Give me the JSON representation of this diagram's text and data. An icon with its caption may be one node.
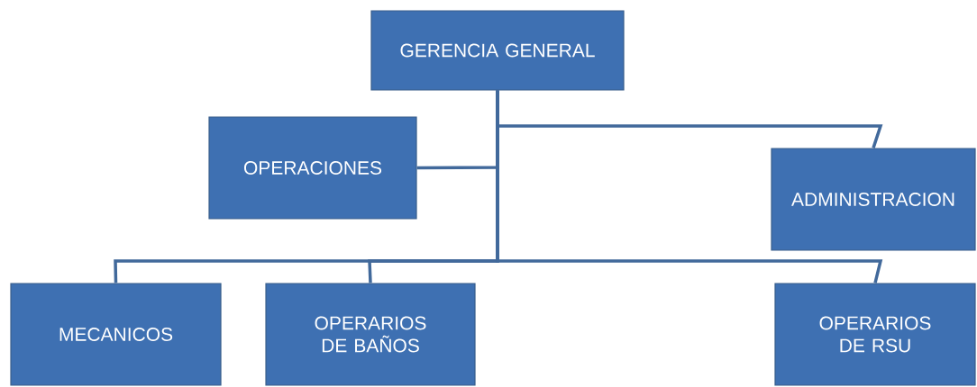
{
  "diagram": {
    "nodes": [
      {
        "text": [
          "GERENCIA GENERAL"
        ]
      },
      {
        "text": [
          "OPERACIONES"
        ]
      },
      {
        "text": [
          "ADMINISTRACION"
        ]
      },
      {
        "text": [
          "MECANICOS"
        ]
      },
      {
        "text": [
          "OPERARIOS DE BAÑOS"
        ]
      },
      {
        "text": [
          "OPERARIOS DE RSU"
        ]
      }
    ],
    "edges": [
      {
        "from": 0,
        "to": 1,
        "arrow": "none"
      },
      {
        "from": 0,
        "to": 2,
        "arrow": "none"
      },
      {
        "from": 0,
        "to": 3,
        "arrow": "none"
      },
      {
        "from": 0,
        "to": 4,
        "arrow": "none"
      },
      {
        "from": 0,
        "to": 5,
        "arrow": "none"
      }
    ]
  }
}
